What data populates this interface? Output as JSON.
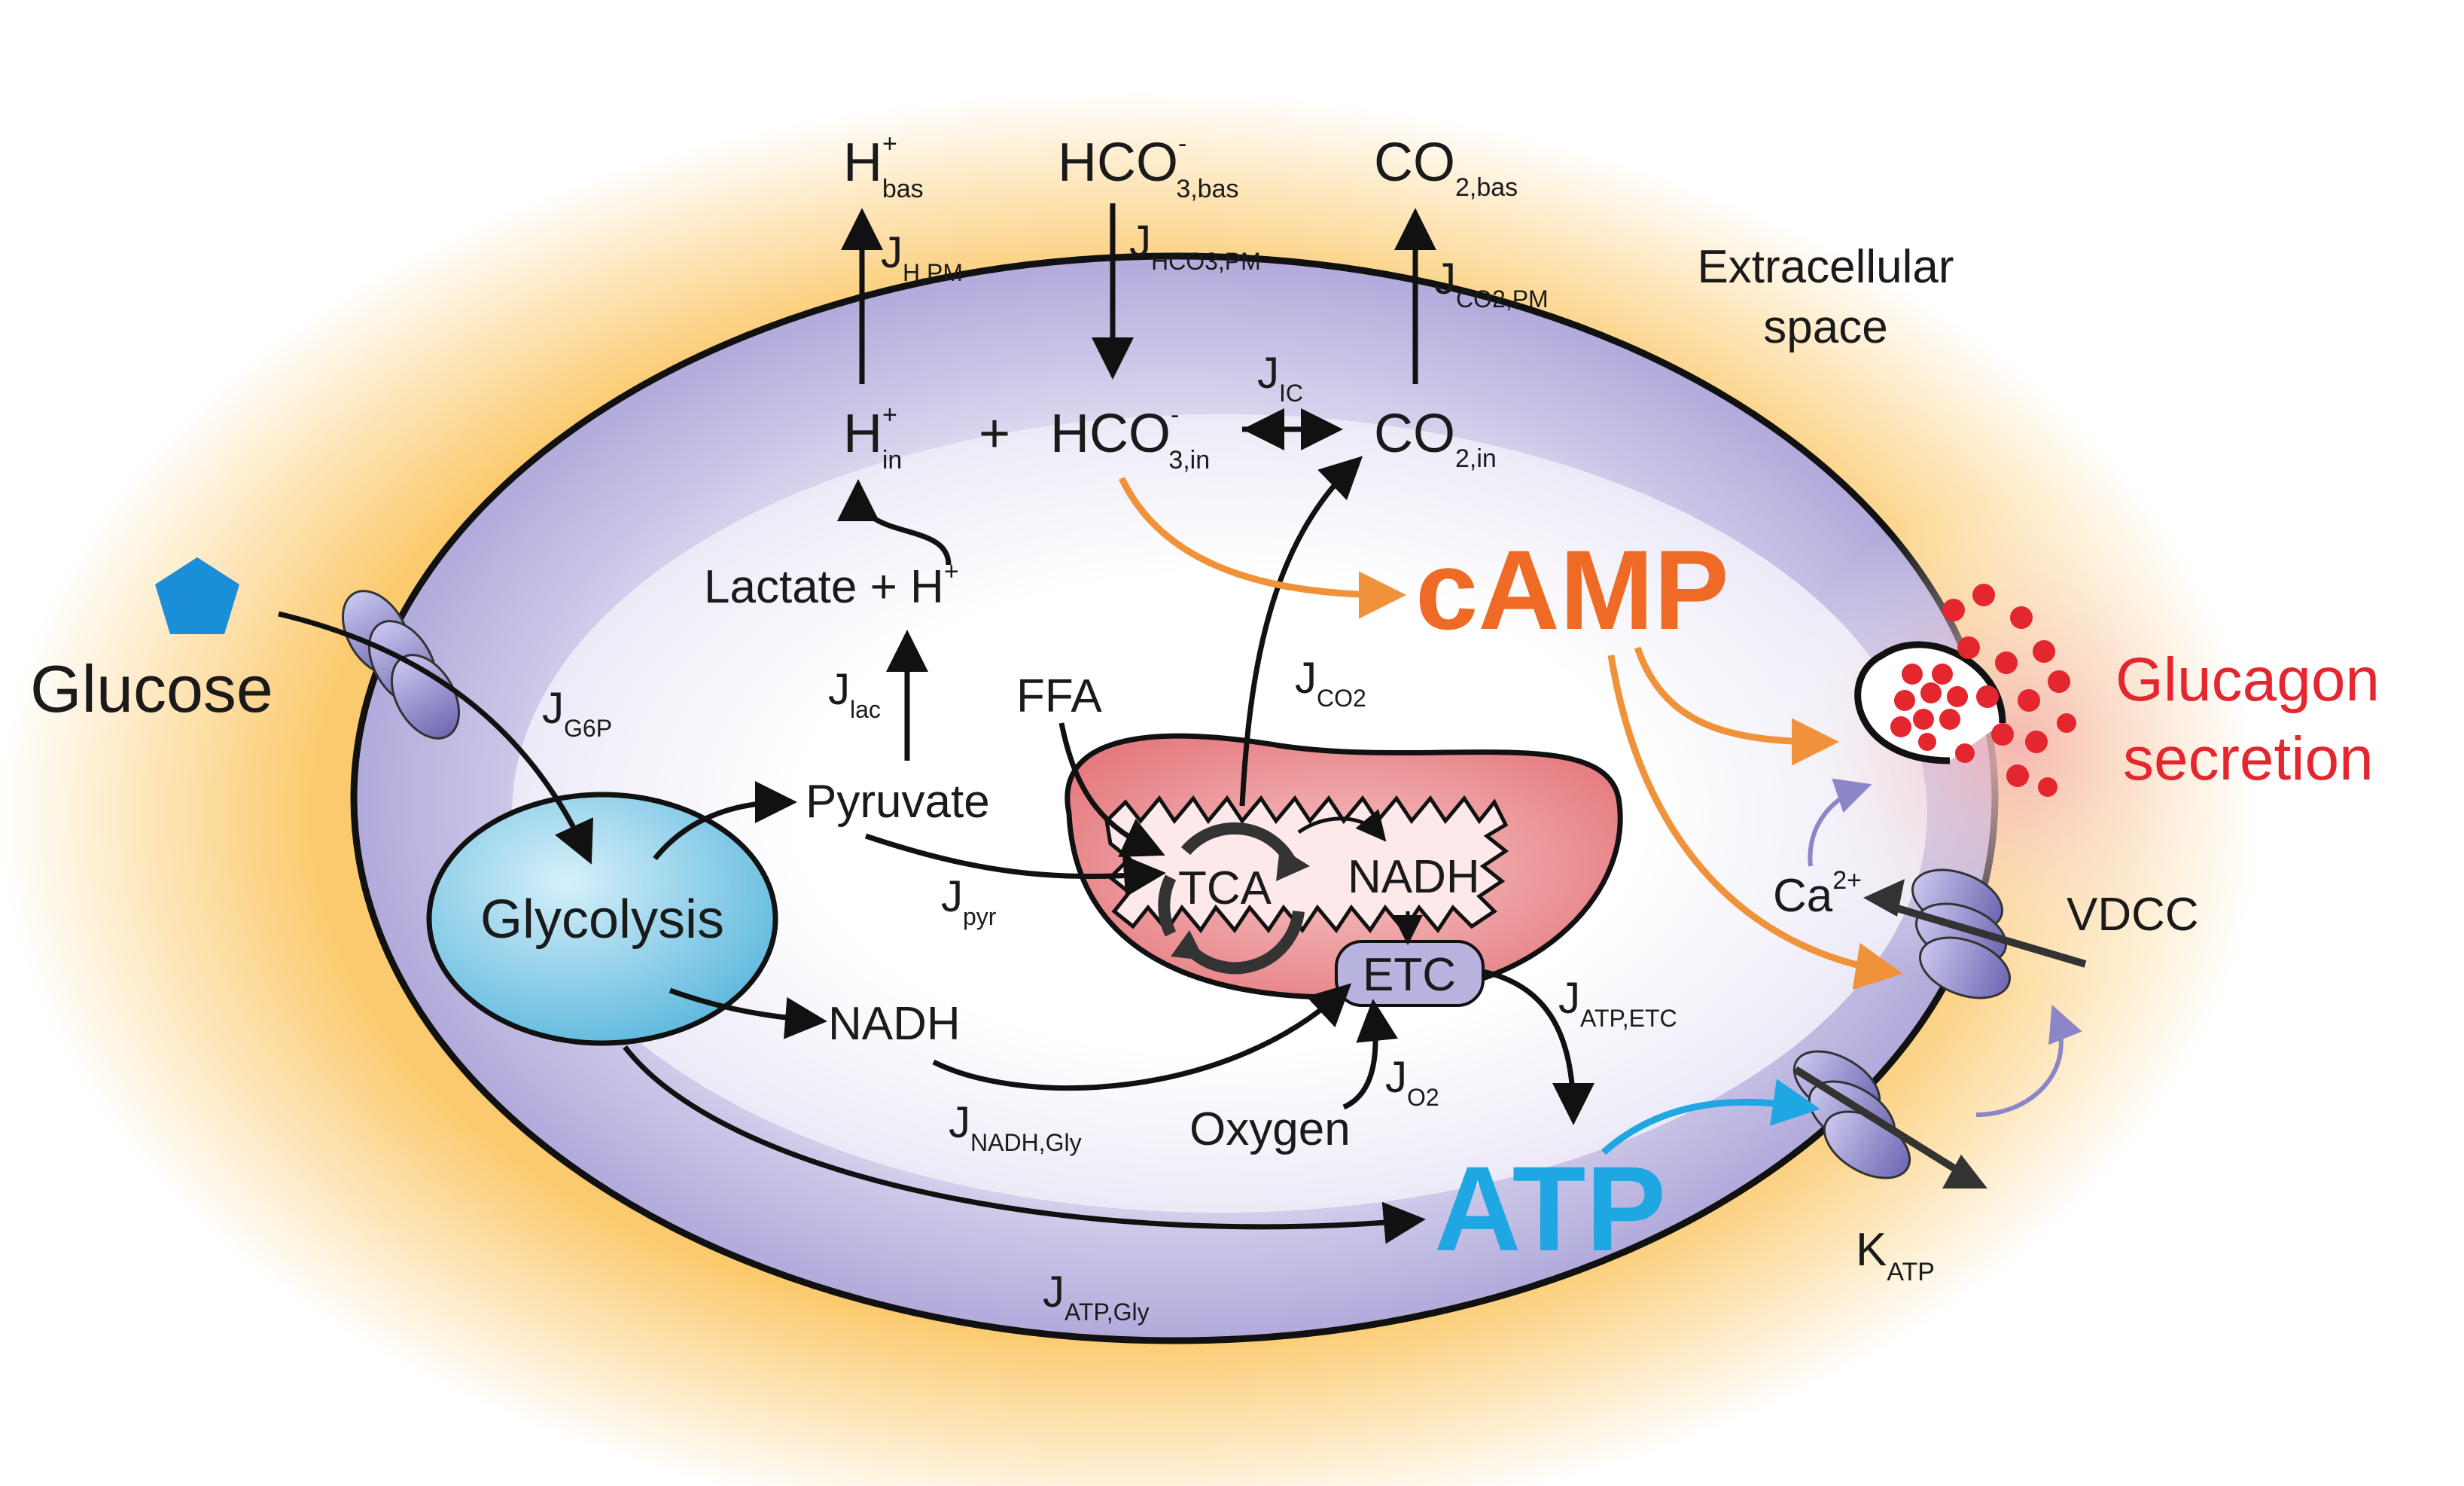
{
  "extracellular": {
    "line1": "Extracellular",
    "line2": "space"
  },
  "ions_out": {
    "h": {
      "base": "H",
      "sup": "+",
      "sub": "bas"
    },
    "hco3": {
      "base": "HCO",
      "sup": "-",
      "sub": "3,bas"
    },
    "co2": {
      "base": "CO",
      "sub": "2,bas"
    }
  },
  "ions_in": {
    "h": {
      "base": "H",
      "sup": "+",
      "sub": "in"
    },
    "plus": "+",
    "hco3": {
      "base": "HCO",
      "sup": "-",
      "sub": "3,in"
    },
    "co2": {
      "base": "CO",
      "sub": "2,in"
    }
  },
  "fluxes": {
    "j_h_pm": {
      "base": "J",
      "sub": "H,PM"
    },
    "j_hco3_pm": {
      "base": "J",
      "sub": "HCO3,PM"
    },
    "j_co2_pm": {
      "base": "J",
      "sub": "CO2,PM"
    },
    "j_ic": {
      "base": "J",
      "sub": "IC"
    },
    "j_g6p": {
      "base": "J",
      "sub": "G6P"
    },
    "j_lac": {
      "base": "J",
      "sub": "lac"
    },
    "j_co2": {
      "base": "J",
      "sub": "CO2"
    },
    "j_pyr": {
      "base": "J",
      "sub": "pyr"
    },
    "j_atp_etc": {
      "base": "J",
      "sub": "ATP,ETC"
    },
    "j_o2": {
      "base": "J",
      "sub": "O2"
    },
    "j_nadh_gly": {
      "base": "J",
      "sub": "NADH,Gly"
    },
    "j_atp_gly": {
      "base": "J",
      "sub": "ATP,Gly"
    }
  },
  "metabolites": {
    "glucose": "Glucose",
    "glycolysis": "Glycolysis",
    "pyruvate": "Pyruvate",
    "lactate": {
      "text": "Lactate + H",
      "sup": "+"
    },
    "nadh_cyto": "NADH",
    "ffa": "FFA",
    "tca": "TCA",
    "nadh_mito": "NADH",
    "etc": "ETC",
    "oxygen": "Oxygen",
    "camp": "cAMP",
    "atp": "ATP"
  },
  "channels": {
    "ca": {
      "base": "Ca",
      "sup": "2+"
    },
    "vdcc": "VDCC",
    "katp": {
      "base": "K",
      "sub": "ATP"
    }
  },
  "secretion": {
    "line1": "Glucagon",
    "line2": "secretion"
  },
  "colors": {
    "membrane_fill": "#b9b3e0",
    "cytosol_fill": "#f2f1fa",
    "glycolysis": "#7cc9e6",
    "mito_fill": "#f29a9e",
    "camp": "#ef6a25",
    "atp": "#1ea7e3",
    "glucagon": "#e4262f",
    "camp_arrow": "#f0923a",
    "atp_arrow": "#1ea7e3",
    "ca_arrow": "#8b86c8",
    "glucose": "#1a8ed6",
    "halo": "#fbc766"
  }
}
